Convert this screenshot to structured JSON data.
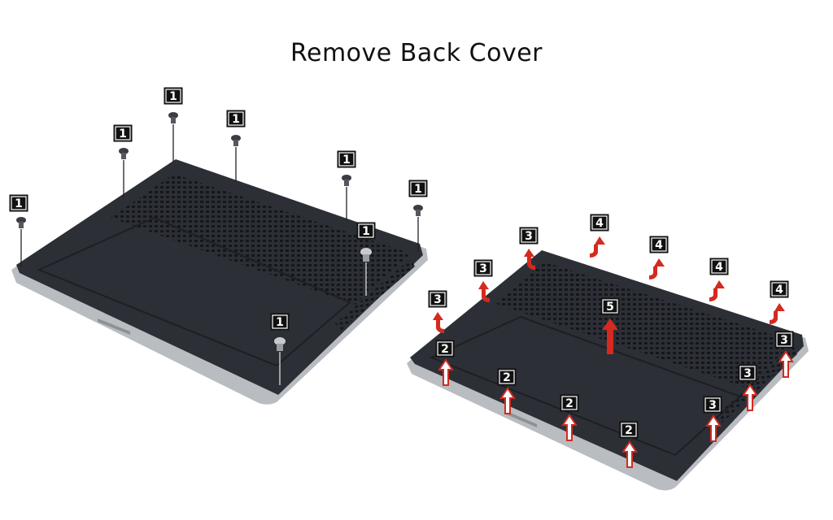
{
  "title": "Remove Back Cover",
  "colors": {
    "chassis": "#2c2f36",
    "chassis_edge": "#b9bcc0",
    "vent": "#1a1c20",
    "arrow_red": "#d42a1f",
    "arrow_outline": "#d42a1f",
    "badge_bg": "#111111",
    "badge_fg": "#ffffff"
  },
  "steps": {
    "screws": "1",
    "lift_front": "2",
    "lift_side": "3",
    "lift_rear": "4",
    "remove_cover": "5"
  }
}
